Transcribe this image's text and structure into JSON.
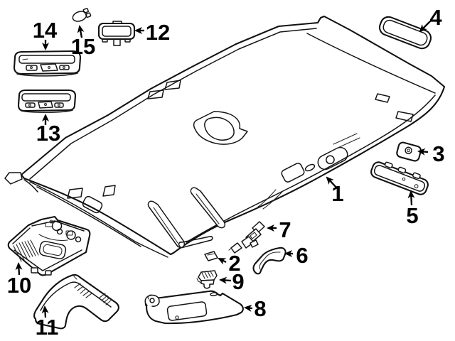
{
  "diagram": {
    "kind": "exploded-parts-line-illustration",
    "background_color": "#ffffff",
    "line_color": "#151515",
    "label_color": "#000000",
    "callout_count": 15
  },
  "callouts": [
    {
      "label": "1"
    },
    {
      "label": "2"
    },
    {
      "label": "3"
    },
    {
      "label": "4"
    },
    {
      "label": "5"
    },
    {
      "label": "6"
    },
    {
      "label": "7"
    },
    {
      "label": "8"
    },
    {
      "label": "9"
    },
    {
      "label": "10"
    },
    {
      "label": "11"
    },
    {
      "label": "12"
    },
    {
      "label": "13"
    },
    {
      "label": "14"
    },
    {
      "label": "15"
    }
  ]
}
